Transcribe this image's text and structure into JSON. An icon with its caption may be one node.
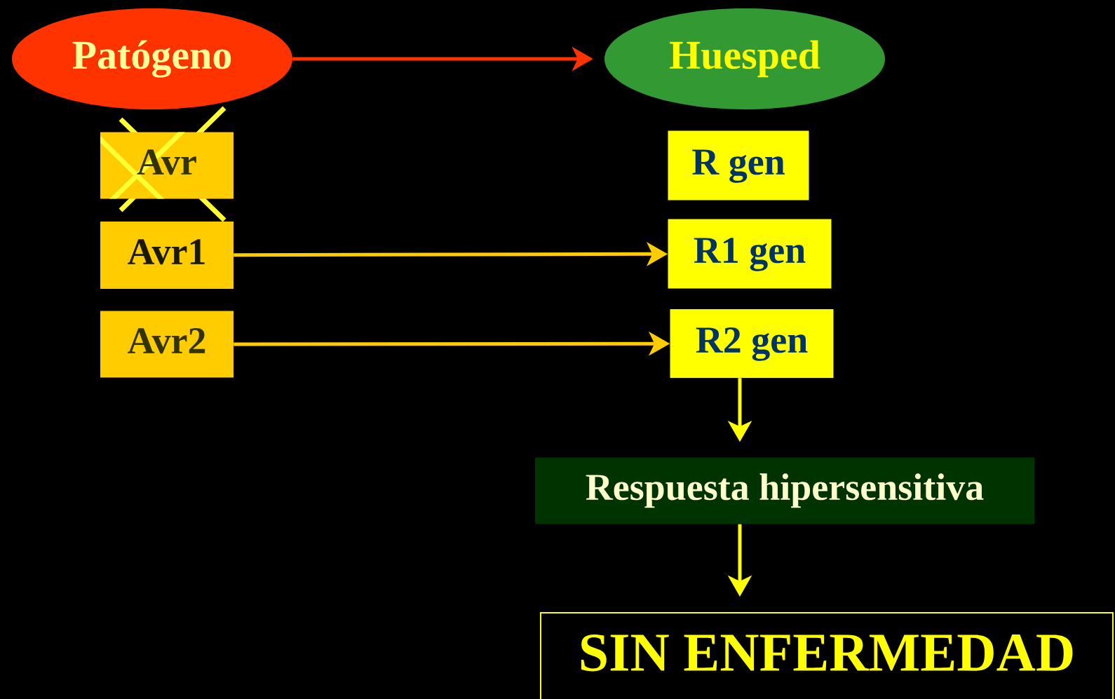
{
  "diagram": {
    "nodes": [
      {
        "text": [
          "Patógeno"
        ]
      },
      {
        "text": [
          "Huesped"
        ]
      },
      {
        "text": [
          "Avr"
        ]
      },
      {
        "text": [
          "R gen"
        ]
      },
      {
        "text": [
          "Avr1"
        ]
      },
      {
        "text": [
          "R1 gen"
        ]
      },
      {
        "text": [
          "Avr2"
        ]
      },
      {
        "text": [
          "R2 gen"
        ]
      },
      {
        "text": [
          "Respuesta hipersensitiva"
        ]
      },
      {
        "text": [
          "SIN ENFERMEDAD"
        ]
      }
    ],
    "edges": [
      {
        "from": 0,
        "to": 1,
        "arrow": "to",
        "color": "#ff3300"
      },
      {
        "from": 4,
        "to": 5,
        "arrow": "to",
        "color": "#ffcc00"
      },
      {
        "from": 6,
        "to": 7,
        "arrow": "to",
        "color": "#ffcc00"
      },
      {
        "from": 7,
        "to": 8,
        "arrow": "to",
        "color": "#ffff00"
      },
      {
        "from": 8,
        "to": 9,
        "arrow": "to",
        "color": "#ffff00"
      }
    ]
  }
}
